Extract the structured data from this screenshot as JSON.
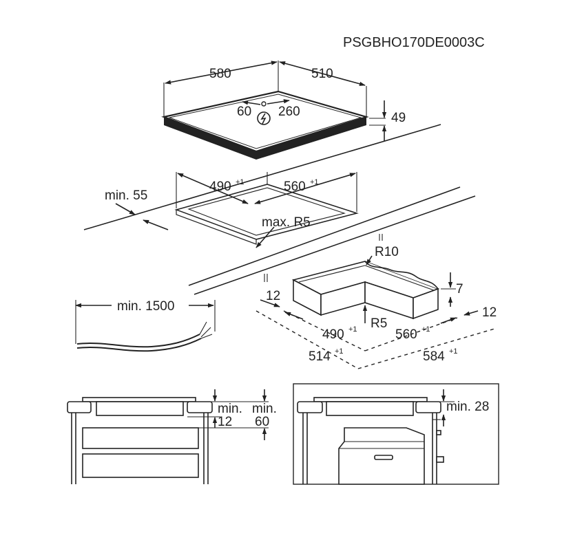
{
  "diagram_code": "PSGBHO170DE0003C",
  "hob": {
    "width": "580",
    "depth": "510",
    "height": "49",
    "conn_left": "60",
    "conn_right": "260"
  },
  "cutout": {
    "min_edge": "min. 55",
    "width": "490",
    "width_tol": "+1",
    "depth": "560",
    "depth_tol": "+1",
    "radius": "max. R5"
  },
  "cable": {
    "length": "min. 1500"
  },
  "frame": {
    "outer_radius": "R10",
    "inner_radius": "R5",
    "side_left": "12",
    "side_right": "12",
    "thickness": "7",
    "inner_width": "490",
    "inner_width_tol": "+1",
    "inner_depth": "560",
    "inner_depth_tol": "+1",
    "outer_width": "514",
    "outer_width_tol": "+1",
    "outer_depth": "584",
    "outer_depth_tol": "+1"
  },
  "install_left": {
    "gap_label_1": "min.",
    "gap_value_1": "12",
    "gap_label_2": "min.",
    "gap_value_2": "60"
  },
  "install_right": {
    "gap_label": "min. 28"
  }
}
